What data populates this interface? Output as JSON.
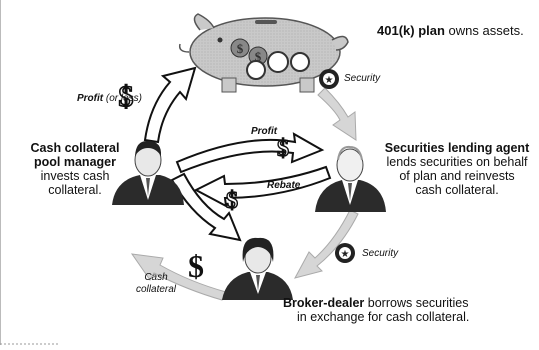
{
  "nodes": {
    "plan": {
      "title": "401(k) plan",
      "rest": "owns assets."
    },
    "agent": {
      "title": "Securities lending agent",
      "desc": [
        "lends securities on behalf",
        "of plan and reinvests",
        "cash collateral."
      ]
    },
    "broker": {
      "title": "Broker-dealer",
      "rest": "borrows securities",
      "desc2": "in exchange for cash collateral."
    },
    "pool": {
      "title": [
        "Cash collateral",
        "pool manager"
      ],
      "desc": [
        "invests cash",
        "collateral."
      ]
    }
  },
  "edges": {
    "plan_to_agent": "Security",
    "agent_to_broker": "Security",
    "broker_to_pool": [
      "Cash",
      "collateral"
    ],
    "pool_to_plan_prefix": "Profit",
    "pool_to_plan_suffix": "(or loss)",
    "pool_to_agent": "Profit",
    "agent_to_pool": "Rebate"
  },
  "icons": {
    "dollar": "$",
    "security_badge": "seal-star"
  },
  "colors": {
    "black_arrow": "#111111",
    "grey_arrow": "#d6d6d6",
    "pig_fill": "#c9c9c9",
    "suit": "#2b2b2b"
  }
}
